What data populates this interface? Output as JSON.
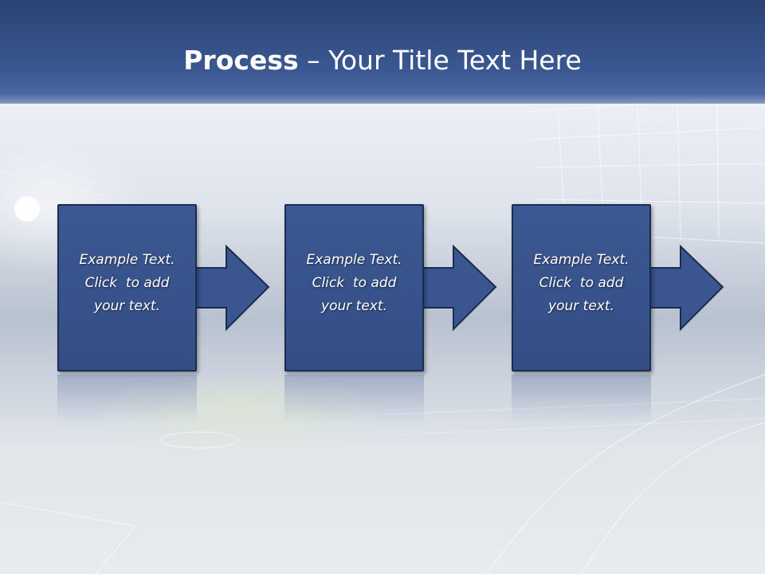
{
  "slide": {
    "title_bold": "Process",
    "title_rest": " – Your Title Text Here"
  },
  "steps": [
    {
      "text_line1": "Example Text.",
      "text_line2": "Click  to add",
      "text_line3": "your text."
    },
    {
      "text_line1": "Example Text.",
      "text_line2": "Click  to add",
      "text_line3": "your text."
    },
    {
      "text_line1": "Example Text.",
      "text_line2": "Click  to add",
      "text_line3": "your text."
    }
  ],
  "colors": {
    "title_bar": "#3b5892",
    "box_fill": "#3a5590",
    "box_border": "#1b2c4e",
    "text": "#ffffff"
  },
  "icons": [
    "right-arrow-shape"
  ]
}
